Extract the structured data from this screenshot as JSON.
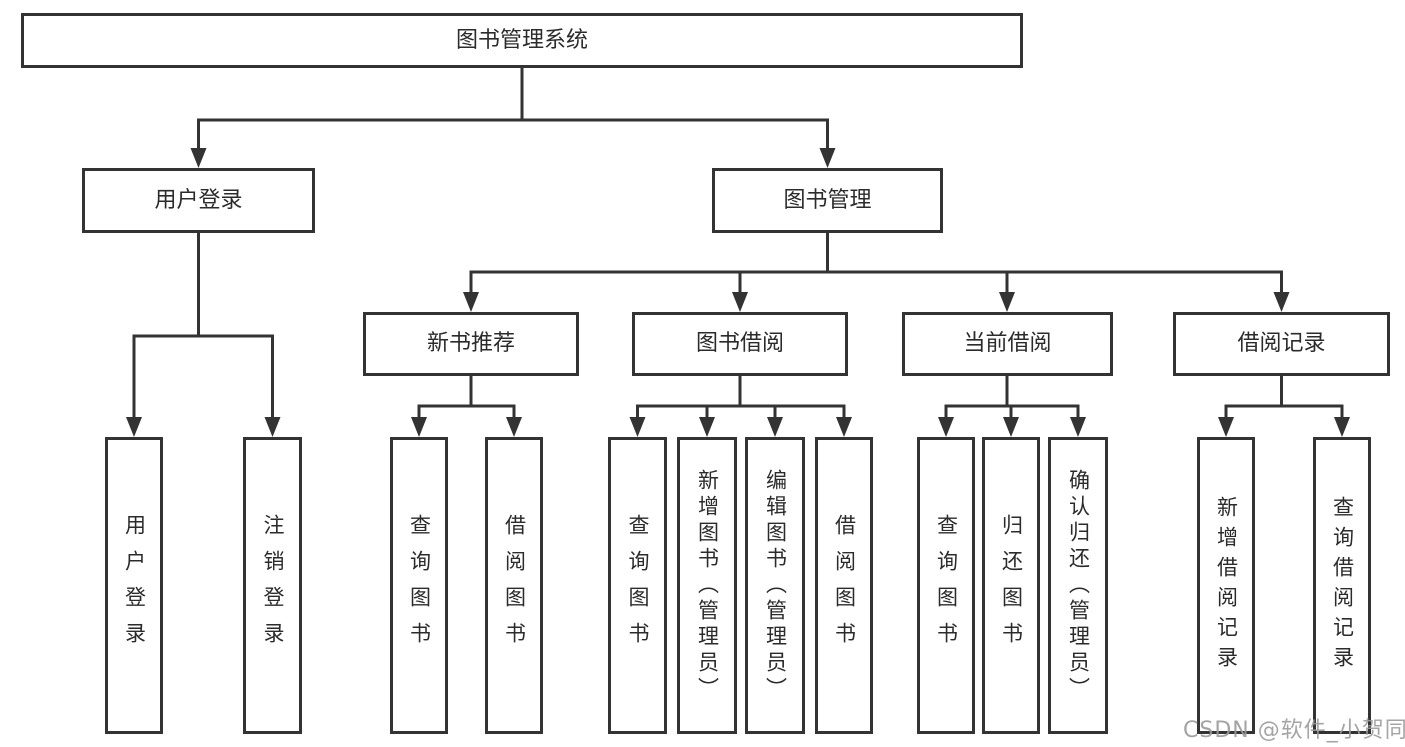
{
  "tree": {
    "root": {
      "label": "图书管理系统"
    },
    "branches": [
      {
        "label": "用户登录",
        "children": [
          {
            "label": "用户登录"
          },
          {
            "label": "注销登录"
          }
        ]
      },
      {
        "label": "图书管理",
        "children": [
          {
            "label": "新书推荐",
            "children": [
              {
                "label": "查询图书"
              },
              {
                "label": "借阅图书"
              }
            ]
          },
          {
            "label": "图书借阅",
            "children": [
              {
                "label": "查询图书"
              },
              {
                "label": "新增图书（管理员）"
              },
              {
                "label": "编辑图书（管理员）"
              },
              {
                "label": "借阅图书"
              }
            ]
          },
          {
            "label": "当前借阅",
            "children": [
              {
                "label": "查询图书"
              },
              {
                "label": "归还图书"
              },
              {
                "label": "确认归还（管理员）"
              }
            ]
          },
          {
            "label": "借阅记录",
            "children": [
              {
                "label": "新增借阅记录"
              },
              {
                "label": "查询借阅记录"
              }
            ]
          }
        ]
      }
    ]
  },
  "watermark": "CSDN @软件_小贺同学",
  "colors": {
    "line": "#333333",
    "text": "#2b2b2b",
    "box_background": "#ffffff",
    "watermark": "#9b9b9b"
  }
}
